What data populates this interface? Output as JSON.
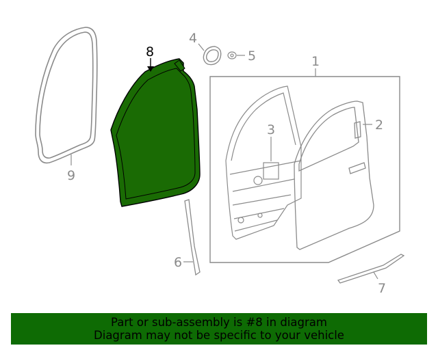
{
  "diagram": {
    "callouts": {
      "c1": "1",
      "c2": "2",
      "c3": "3",
      "c4": "4",
      "c5": "5",
      "c6": "6",
      "c7": "7",
      "c8": "8",
      "c9": "9"
    },
    "highlighted_part": "8",
    "highlight_color": "#1a6b04",
    "line_color": "#8a8a8a"
  },
  "banner": {
    "line1": "Part or sub-assembly is #8 in diagram",
    "line2": "Diagram may not be specific to your vehicle",
    "background": "#0e6b04"
  }
}
